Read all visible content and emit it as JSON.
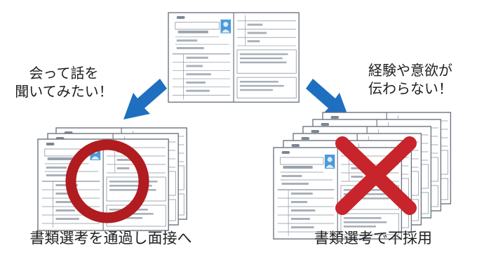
{
  "notes": {
    "left": "会って話を\n聞いてみたい！",
    "right": "経験や意欲が\n伝わらない！"
  },
  "captions": {
    "left": "書類選考を通過し面接へ",
    "right": "書類選考で不採用"
  },
  "colors": {
    "arrow": "#1e6fc0",
    "circle_mark": "#b01c1f",
    "cross_mark": "#c8242b",
    "photo": "#4a9bd9",
    "paper_border": "#6b7480",
    "paper_fill": "#ffffff"
  },
  "icons": {
    "arrow_left": "blue-arrow-down-left",
    "arrow_right": "blue-arrow-down-right",
    "pass_mark": "red-circle",
    "reject_mark": "red-cross"
  }
}
